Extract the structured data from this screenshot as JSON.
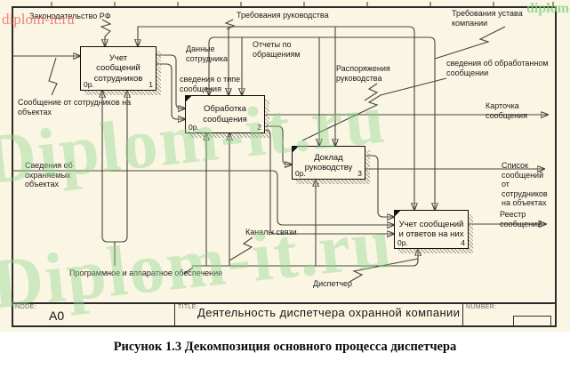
{
  "watermark": {
    "large": "Diplom-it.ru",
    "small_red": "diplom-it.ru",
    "small_green": "diplom-it.ru"
  },
  "colors": {
    "sheet_bg": "#fbf6e4",
    "watermark_green": "#90d590",
    "watermark_red": "#eb6e6e",
    "line": "#45453c"
  },
  "frame": {
    "node_label": "NODE:",
    "node_value": "A0",
    "title_label": "TITLE:",
    "title_value": "Деятельность  диспетчера  охранной компании",
    "number_label": "NUMBER:"
  },
  "caption": "Рисунок 1.3 Декомпозиция основного процесса диспетчера",
  "boxes": [
    {
      "title": "Учет сообщений сотрудников",
      "cost": "0р.",
      "num": "1"
    },
    {
      "title": "Обработка сообщения",
      "cost": "0р.",
      "num": "2"
    },
    {
      "title": "Доклад руководству",
      "cost": "0р.",
      "num": "3"
    },
    {
      "title": "Учет сообщений и ответов на них",
      "cost": "0р.",
      "num": "4"
    }
  ],
  "labels": {
    "zakon": "Законодательство РФ",
    "treb_ruk": "Требования руководства",
    "treb_ustava": "Требования устава компании",
    "dannye": "Данные сотрудника",
    "otchety": "Отчеты по обращениям",
    "svedeniya_tip": "сведения о типе сообщения",
    "rasporyazheniya": "Распоряжения руководства",
    "svedeniya_obrab": "сведения об обработанном сообщении",
    "kartochka": "Карточка сообщения",
    "soobshenie_ot": "Сообщение от сотрудников на объектах",
    "svedeniya_ohran": "Сведения об охраняемых объектах",
    "spisok": "Список сообщений от сотрудников на объектах",
    "reestr": "Реестр сообщений",
    "kanaly": "Каналы связи",
    "po": "Программное и аппаратное обеспечение",
    "dispatcher": "Диспетчер"
  }
}
